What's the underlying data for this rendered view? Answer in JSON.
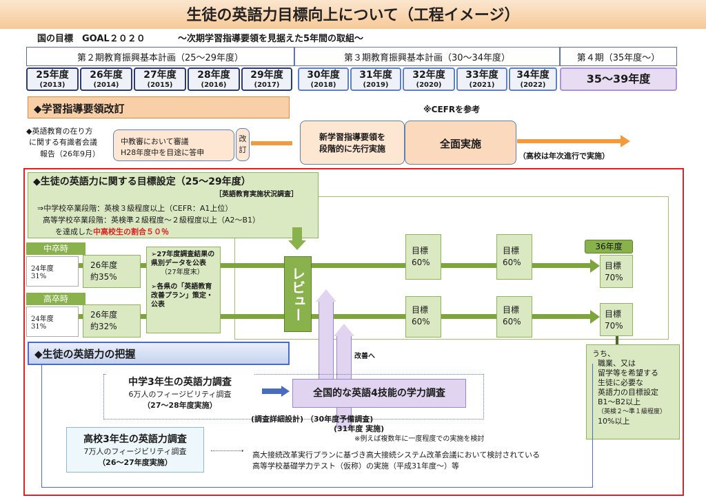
{
  "header": {
    "title": "生徒の英語力目標向上について（工程イメージ）",
    "goal_label": "国の目標　GOAL２０２０",
    "goal_sub": "～次期学習指導要領を見据えた5年間の取組～"
  },
  "plans": {
    "plan2": "第２期教育振興基本計画（25～29年度）",
    "plan3": "第３期教育振興基本計画（30～34年度）",
    "plan4": "第４期（35年度～）"
  },
  "years": [
    {
      "label": "25年度",
      "sub": "(2013)"
    },
    {
      "label": "26年度",
      "sub": "(2014)"
    },
    {
      "label": "27年度",
      "sub": "(2015)"
    },
    {
      "label": "28年度",
      "sub": "(2016)"
    },
    {
      "label": "29年度",
      "sub": "(2017)"
    },
    {
      "label": "30年度",
      "sub": "(2018)"
    },
    {
      "label": "31年度",
      "sub": "(2019)"
    },
    {
      "label": "32年度",
      "sub": "(2020)"
    },
    {
      "label": "33年度",
      "sub": "(2021)"
    },
    {
      "label": "34年度",
      "sub": "(2022)"
    },
    {
      "label": "35～39年度",
      "sub": ""
    }
  ],
  "curriculum": {
    "section_title": "◆学習指導要領改訂",
    "cefr_note": "※CEFRを参考",
    "report_text_1": "◆英語教育の在り方",
    "report_text_2": "に関する有識者会議",
    "report_text_3": "報告（26年9月）",
    "council_1": "中教審において審議",
    "council_2": "H28年度中を目途に答申",
    "revision": "改訂",
    "advance_1": "新学習指導要領を",
    "advance_2": "段階的に先行実施",
    "full": "全面実施",
    "high_school_note": "（高校は年次進行で実施）"
  },
  "targets": {
    "section_title": "◆生徒の英語力に関する目標設定（25～29年度）",
    "survey_tag": "［英語教育実施状況調査］",
    "line1": "⇒中学校卒業段階：英検３級程度以上（CEFR：A1上位）",
    "line2": "高等学校卒業段階：英検準２級程度～２級程度以上（A2～B1）",
    "line3_prefix": "を達成した",
    "line3_red": "中高校生の割合５０％",
    "jh_label": "中卒時",
    "hs_label": "高卒時",
    "jh_start": "24年度\n31%",
    "hs_start": "24年度\n31%",
    "jh_26": "26年度\n約35%",
    "hs_26": "26年度\n約32%",
    "action1": "➢27年度調査結果の県別データを公表",
    "action1_sub": "（27年度末）",
    "action2": "➢各県の「英語教育改善プラン」策定・公表",
    "review": "レビュー",
    "goal_label": "目標",
    "goal_60": "60%",
    "year36": "36年度",
    "goal_70": "70%",
    "note_title": "うち、",
    "note_body": "職業、又は\n留学等を希望する\n生徒に必要な\n英語力の目標設定\nB1～B2以上",
    "note_sub": "（英検２～準１級程度）",
    "note_pct": "10%以上"
  },
  "grasp": {
    "section_title": "◆生徒の英語力の把握",
    "improve": "改善へ",
    "jh_survey": "中学3年生の英語力調査",
    "jh_survey_sub": "6万人のフィージビリティ調査",
    "jh_survey_years": "（27～28年度実施）",
    "national": "全国的な英語4技能の学力調査",
    "design": "(調査詳細設計) （30年度予備調査)",
    "year31": "(31年度 実施)",
    "example_note": "※例えば複数年に一度程度での実施を検討",
    "hs_survey": "高校3年生の英語力調査",
    "hs_survey_sub": "7万人のフィージビリティ調査",
    "hs_survey_years": "（26～27年度実施）",
    "reform_1": "高大接続改革実行プランに基づき高大接続システム改革会議において検討されている",
    "reform_2": "高等学校基礎学力テスト（仮称）の実施（平成31年度～）等"
  },
  "colors": {
    "orange": "#f29b3e",
    "green": "#7ea43d",
    "red_frame": "#e02020",
    "purple": "#e0d4f0",
    "navy": "#2a3a6a"
  }
}
